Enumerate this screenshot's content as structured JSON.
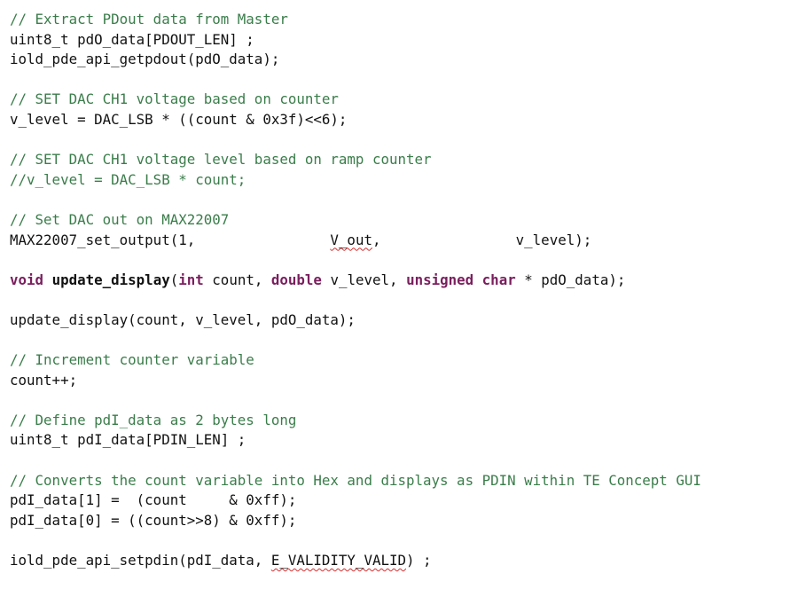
{
  "code": {
    "c_extract": "// Extract PDout data from Master",
    "decl_pdo": "uint8_t pdO_data[PDOUT_LEN] ;",
    "call_getpdout": "iold_pde_api_getpdout(pdO_data);",
    "c_set_dac_counter": "// SET DAC CH1 voltage based on counter",
    "assign_vlevel": "v_level = DAC_LSB * ((count & 0x3f)<<6);",
    "c_set_dac_ramp": "// SET DAC CH1 voltage level based on ramp counter",
    "c_assign_vlevel_alt": "//v_level = DAC_LSB * count;",
    "c_set_dac_out": "// Set DAC out on MAX22007",
    "set_output_a": "MAX22007_set_output(1,                ",
    "set_output_vout": "V_out",
    "set_output_b": ",                v_level);",
    "proto_void": "void",
    "proto_name": "update_display",
    "proto_open": "(",
    "proto_int": "int",
    "proto_count": " count, ",
    "proto_double": "double",
    "proto_vlevel": " v_level, ",
    "proto_unsigned": "unsigned",
    "proto_char": "char",
    "proto_tail": " * pdO_data);",
    "call_update_display": "update_display(count, v_level, pdO_data);",
    "c_increment": "// Increment counter variable",
    "count_inc": "count++;",
    "c_define_pdi": "// Define pdI_data as 2 bytes long",
    "decl_pdi": "uint8_t pdI_data[PDIN_LEN] ;",
    "c_converts": "// Converts the count variable into Hex and displays as PDIN within TE Concept GUI",
    "pdi_1": "pdI_data[1] =  (count     & 0xff);",
    "pdi_0": "pdI_data[0] = ((count>>8) & 0xff);",
    "setpdin_a": "iold_pde_api_setpdin(pdI_data, ",
    "setpdin_valid": "E_VALIDITY_VALID",
    "setpdin_b": ") ;"
  }
}
